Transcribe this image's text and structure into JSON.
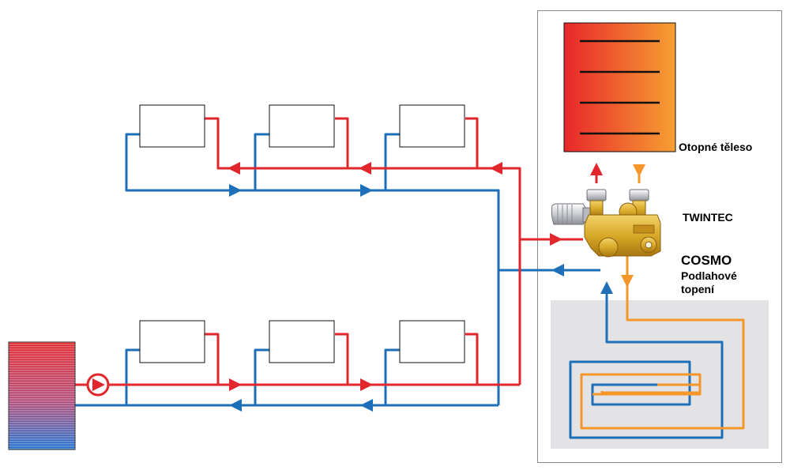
{
  "labels": {
    "radiator": "Otopné těleso",
    "valve": "TWINTEC",
    "floor_brand": "COSMO",
    "floor_line1": "Podlahové",
    "floor_line2": "topení"
  },
  "colors": {
    "supply_red": "#e1262c",
    "return_blue": "#1d6fb8",
    "floor_orange": "#f5962a",
    "floor_panel": "#e3e3e5",
    "brass": "#d9a928",
    "frame": "#8a8a8a"
  },
  "icons": [
    "boiler-tank-icon",
    "pump-icon",
    "radiator-icon",
    "valve-assembly-icon",
    "flow-arrow-icon"
  ]
}
